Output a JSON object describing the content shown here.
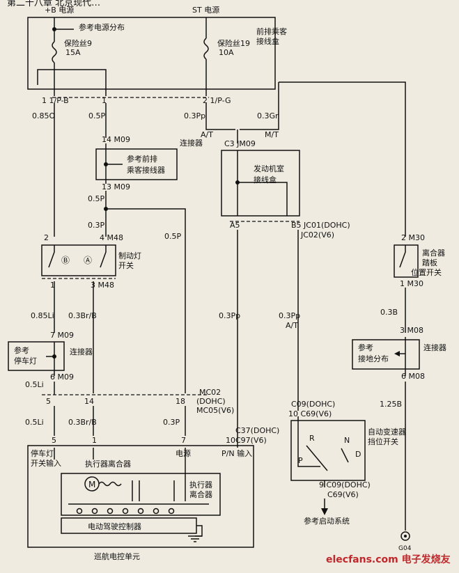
{
  "header": {
    "residue": "第二十八章 北京现代…"
  },
  "power": {
    "b_plus": "+B 电源",
    "st": "ST 电源",
    "ref_dist": "参考电源分布",
    "front_box": "前排乘客\n接线盒"
  },
  "fuses": {
    "f9": "保险丝9",
    "f9_amp": "15A",
    "f19": "保险丝19",
    "f19_amp": "10A"
  },
  "pins": {
    "p1_pb": "1 1/P-B",
    "p1": "1",
    "p2_pg": "2 1/P-G",
    "p14_m09": "14 M09",
    "p13_m09": "13 M09",
    "p2": "2",
    "p4_m48": "4 M48",
    "p1b": "1",
    "p3_m48": "3 M48",
    "p7_m09": "7 M09",
    "p6_m09": "6 M09",
    "p5a": "5",
    "p14b": "14",
    "p18": "18",
    "p5b": "5",
    "p1c": "1",
    "p7": "7",
    "p10": "10",
    "p2_m30": "2 M30",
    "p1_m30": "1 M30",
    "p3_m08": "3 M08",
    "p6_m08": "6 M08",
    "p10_c09": "10 C69(V6)",
    "p9_c09": "9 C09(DOHC)",
    "a5": "A5",
    "b5": "B5 JC01(DOHC)",
    "c3": "C3 JM09"
  },
  "wires": {
    "w085o": "0.85O",
    "w05p_a": "0.5P",
    "w03pp_a": "0.3Pp",
    "w03gr": "0.3Gr",
    "w05p_b": "0.5P",
    "w03p_a": "0.3P",
    "w05p_c": "0.5P",
    "w085li": "0.85Li",
    "w03brb_a": "0.3Br/B",
    "w03pp_b": "0.3Pp",
    "w03pp_at": "0.3Pp",
    "w05li_a": "0.5Li",
    "w05li_b": "0.5Li",
    "w03brb_b": "0.3Br/B",
    "w03p_b": "0.3P",
    "w03b": "0.3B",
    "w125b": "1.25B"
  },
  "labels": {
    "at": "A/T",
    "mt": "M/T",
    "at2": "A/T",
    "connector": "连接器",
    "connector2": "连接器",
    "connector3": "连接器",
    "ref_front": "参考前排\n乘客接线器",
    "engine_box": "发动机室\n接线盒",
    "jc02": "JC02(V6)",
    "brake_sw": "制动灯\n开关",
    "b_mark": "Ⓑ",
    "a_mark": "Ⓐ",
    "clutch_sw": "离合器\n踏板\n位置开关",
    "ref_parking": "参考\n停车灯",
    "ref_ground": "参考\n接地分布",
    "mc02": "MC02\n(DOHC)\nMC05(V6)",
    "c37": "C37(DOHC)\nC97(V6)",
    "c09": "C09(DOHC)",
    "c09b": "C69(V6)",
    "gear_sw": "自动变速器\n挡位开关",
    "gear_r": "R",
    "gear_n": "N",
    "gear_p": "P",
    "gear_d": "D",
    "ref_start": "参考启动系统",
    "park_input": "停车灯\n开关输入",
    "act_clutch": "执行器离合器",
    "power_in": "电源",
    "pn_input": "P/N 输入",
    "act_clutch2": "执行器\n离合器",
    "motor": "M",
    "cruise_ctrl": "电动驾驶控制器",
    "cruise_unit": "巡航电控单元",
    "ground_code": "G04",
    "watermark": "elecfans.com 电子发烧友"
  },
  "colors": {
    "ink": "#111111",
    "paper": "#efebe0",
    "watermark_red": "#c0282b"
  }
}
